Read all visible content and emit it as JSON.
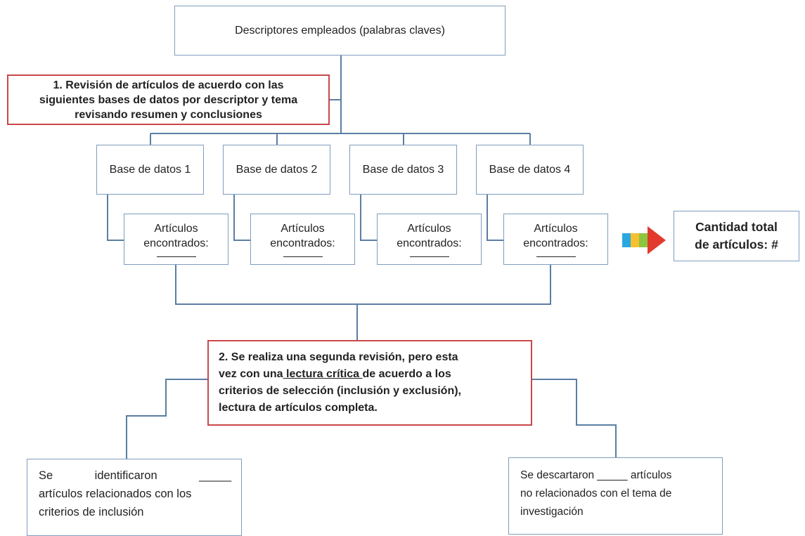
{
  "colors": {
    "connector": "#5b7ea3",
    "box_border": "#7f9dbd",
    "accent_red": "#c9474b",
    "arrow_colors": [
      "#29a8e0",
      "#f6c02f",
      "#8cc63f",
      "#e23b2e"
    ]
  },
  "top": {
    "label": "Descriptores empleados (palabras claves)"
  },
  "step1": {
    "lines": [
      "1. Revisión de artículos de acuerdo con las",
      "siguientes bases de datos por descriptor y tema",
      "revisando resumen y conclusiones"
    ]
  },
  "databases": [
    {
      "label": "Base de datos 1",
      "found_line1": "Artículos",
      "found_line2": "encontrados:"
    },
    {
      "label": "Base de datos 2",
      "found_line1": "Artículos",
      "found_line2": "encontrados:"
    },
    {
      "label": "Base de datos 3",
      "found_line1": "Artículos",
      "found_line2": "encontrados:"
    },
    {
      "label": "Base de datos 4",
      "found_line1": "Artículos",
      "found_line2": "encontrados:"
    }
  ],
  "total": {
    "line1": "Cantidad total",
    "line2": "de artículos: #"
  },
  "step2": {
    "line1": "2. Se realiza una segunda revisión, pero esta",
    "line2_pre": "vez con una",
    "line2_underlined": " lectura crítica ",
    "line2_post": "de acuerdo a los",
    "line3": "criterios de selección (inclusión y exclusión),",
    "line4": "lectura de artículos completa."
  },
  "included": {
    "word1": "Se",
    "word2": "identificaron",
    "blank": "_____",
    "line2": "artículos relacionados con los",
    "line3": "criterios de inclusión"
  },
  "excluded": {
    "line1": "Se descartaron _____ artículos",
    "line2": "no relacionados con el tema de",
    "line3": "investigación"
  }
}
